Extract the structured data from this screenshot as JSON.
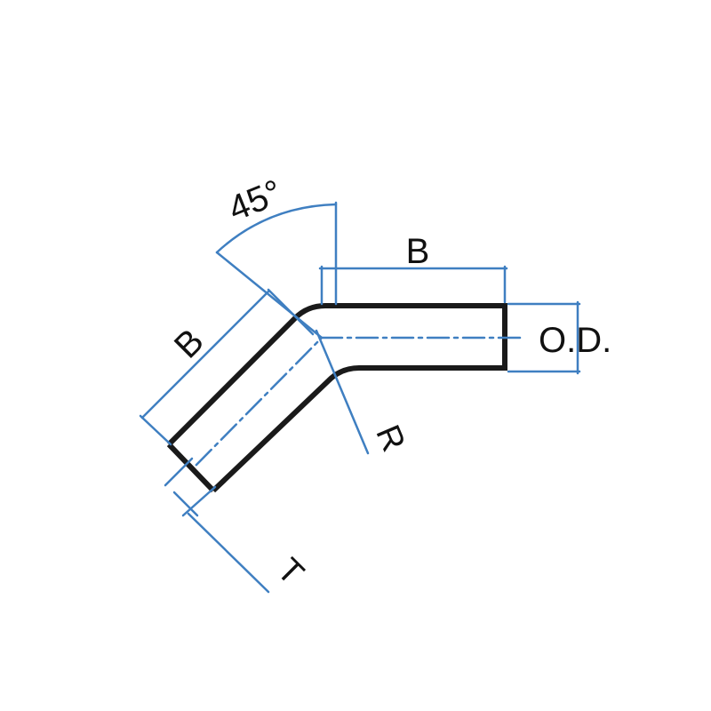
{
  "labels": {
    "angle": "45°",
    "b_top": "B",
    "b_left": "B",
    "od": "O.D.",
    "r": "R",
    "t": "T"
  },
  "colors": {
    "dimension": "#3f7fc1",
    "tube": "#1a1a1a",
    "text": "#111111"
  }
}
